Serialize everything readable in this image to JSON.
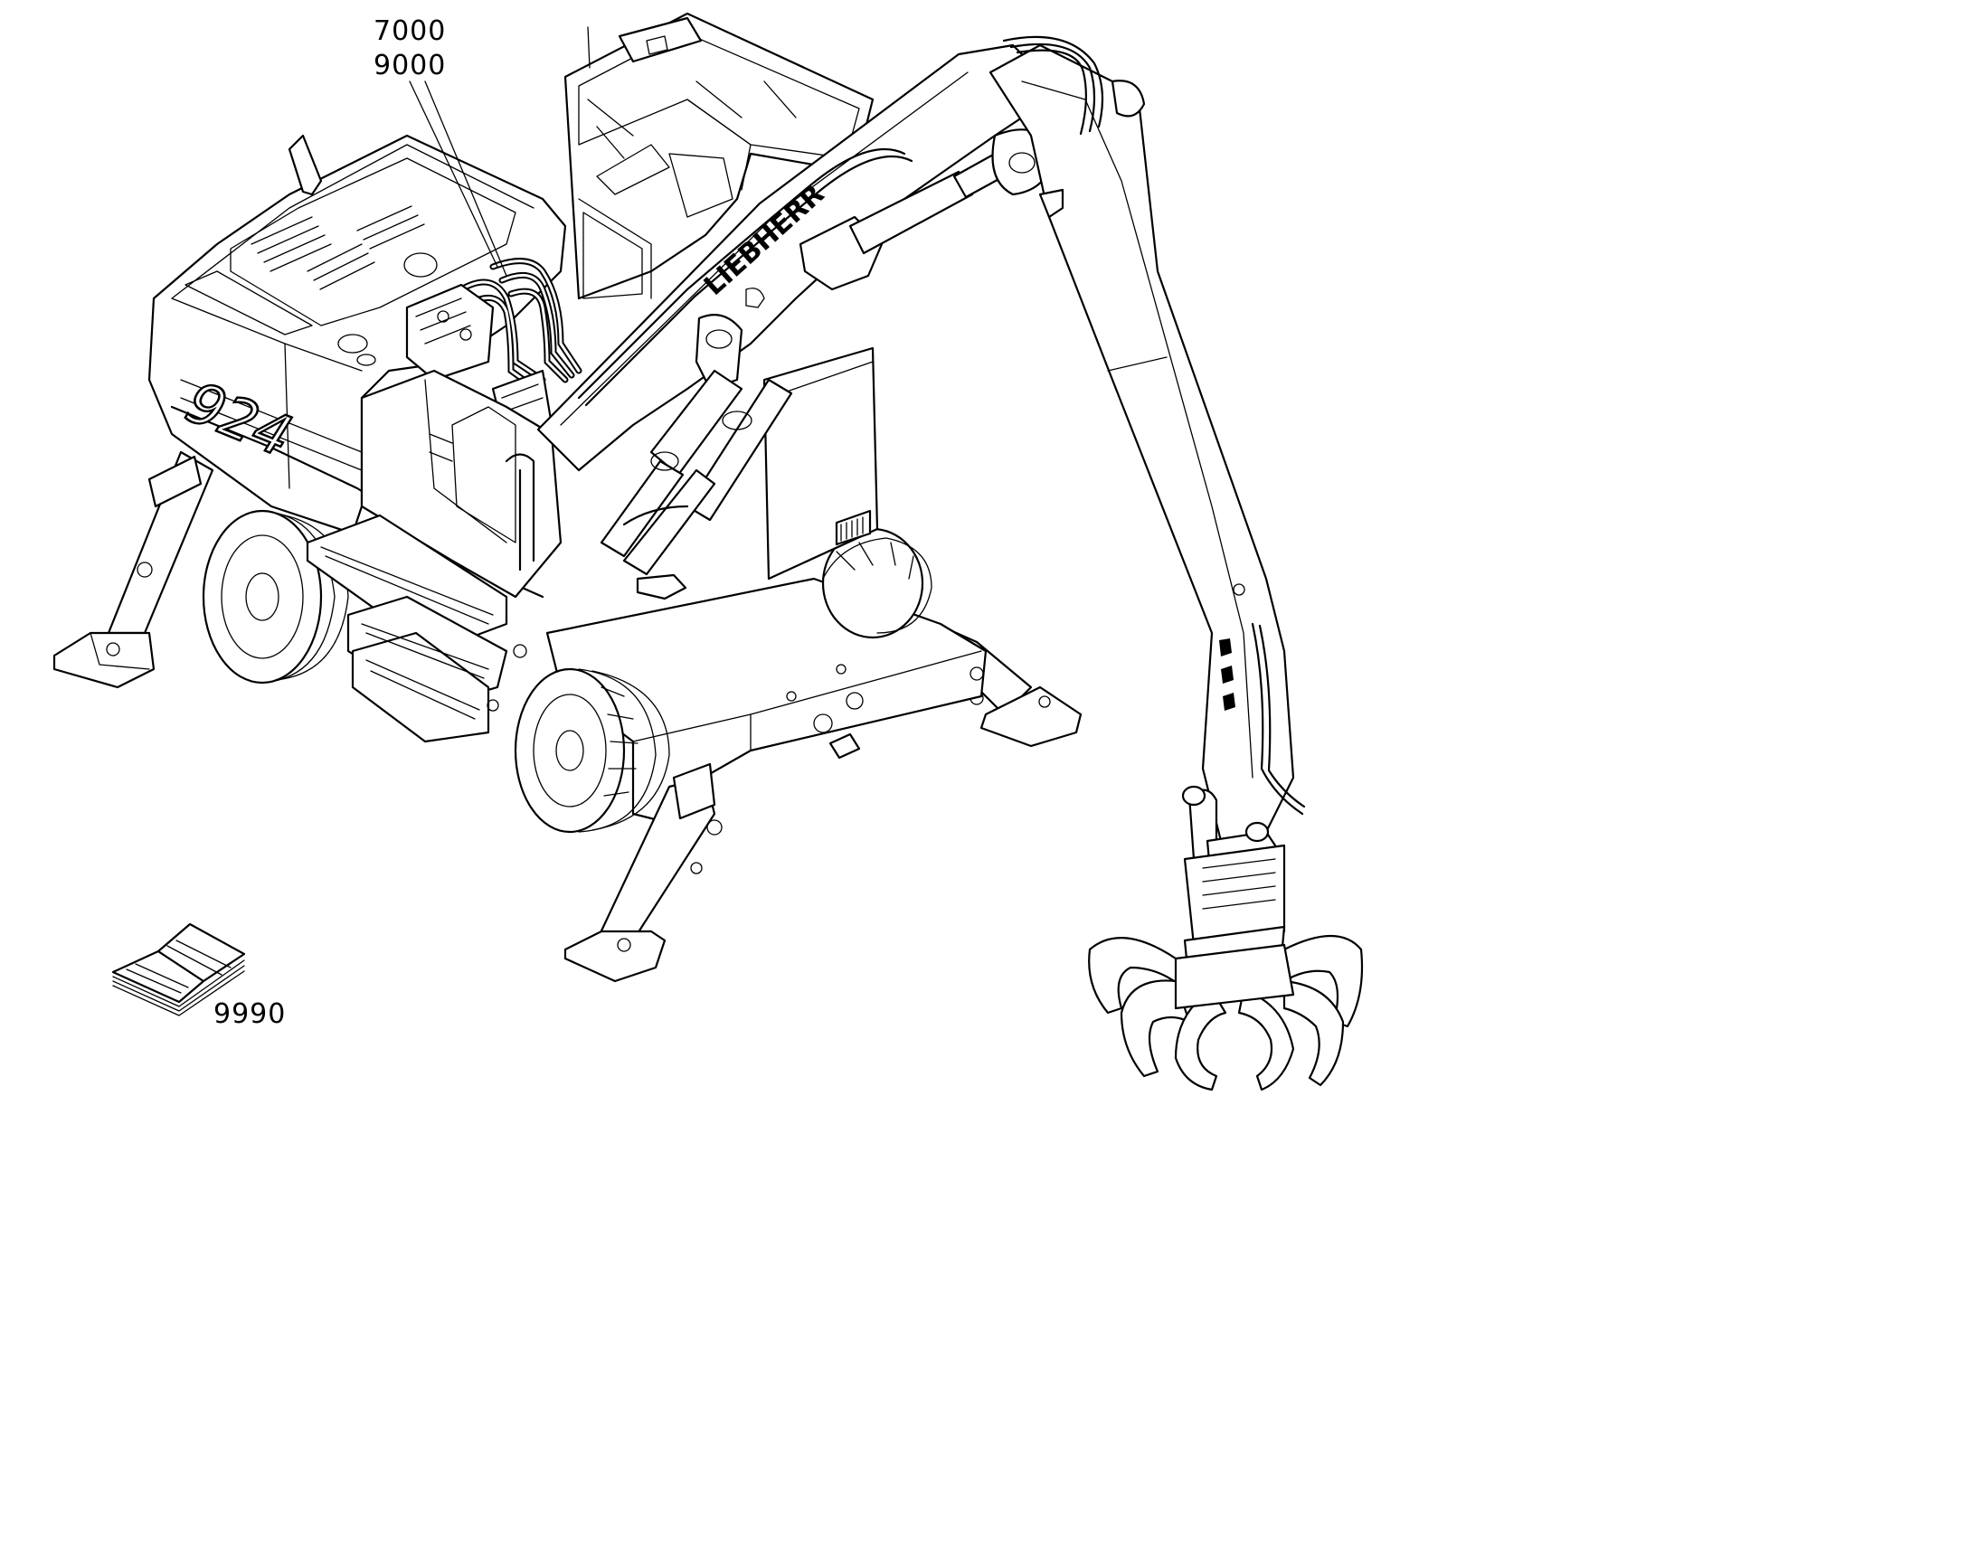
{
  "callouts": {
    "part_7000": "7000",
    "part_9000": "9000",
    "part_9990": "9990"
  },
  "machine": {
    "brand_decal": "LIEBHERR",
    "model_decal": "924"
  },
  "colors": {
    "line": "#000000",
    "background": "#ffffff"
  }
}
